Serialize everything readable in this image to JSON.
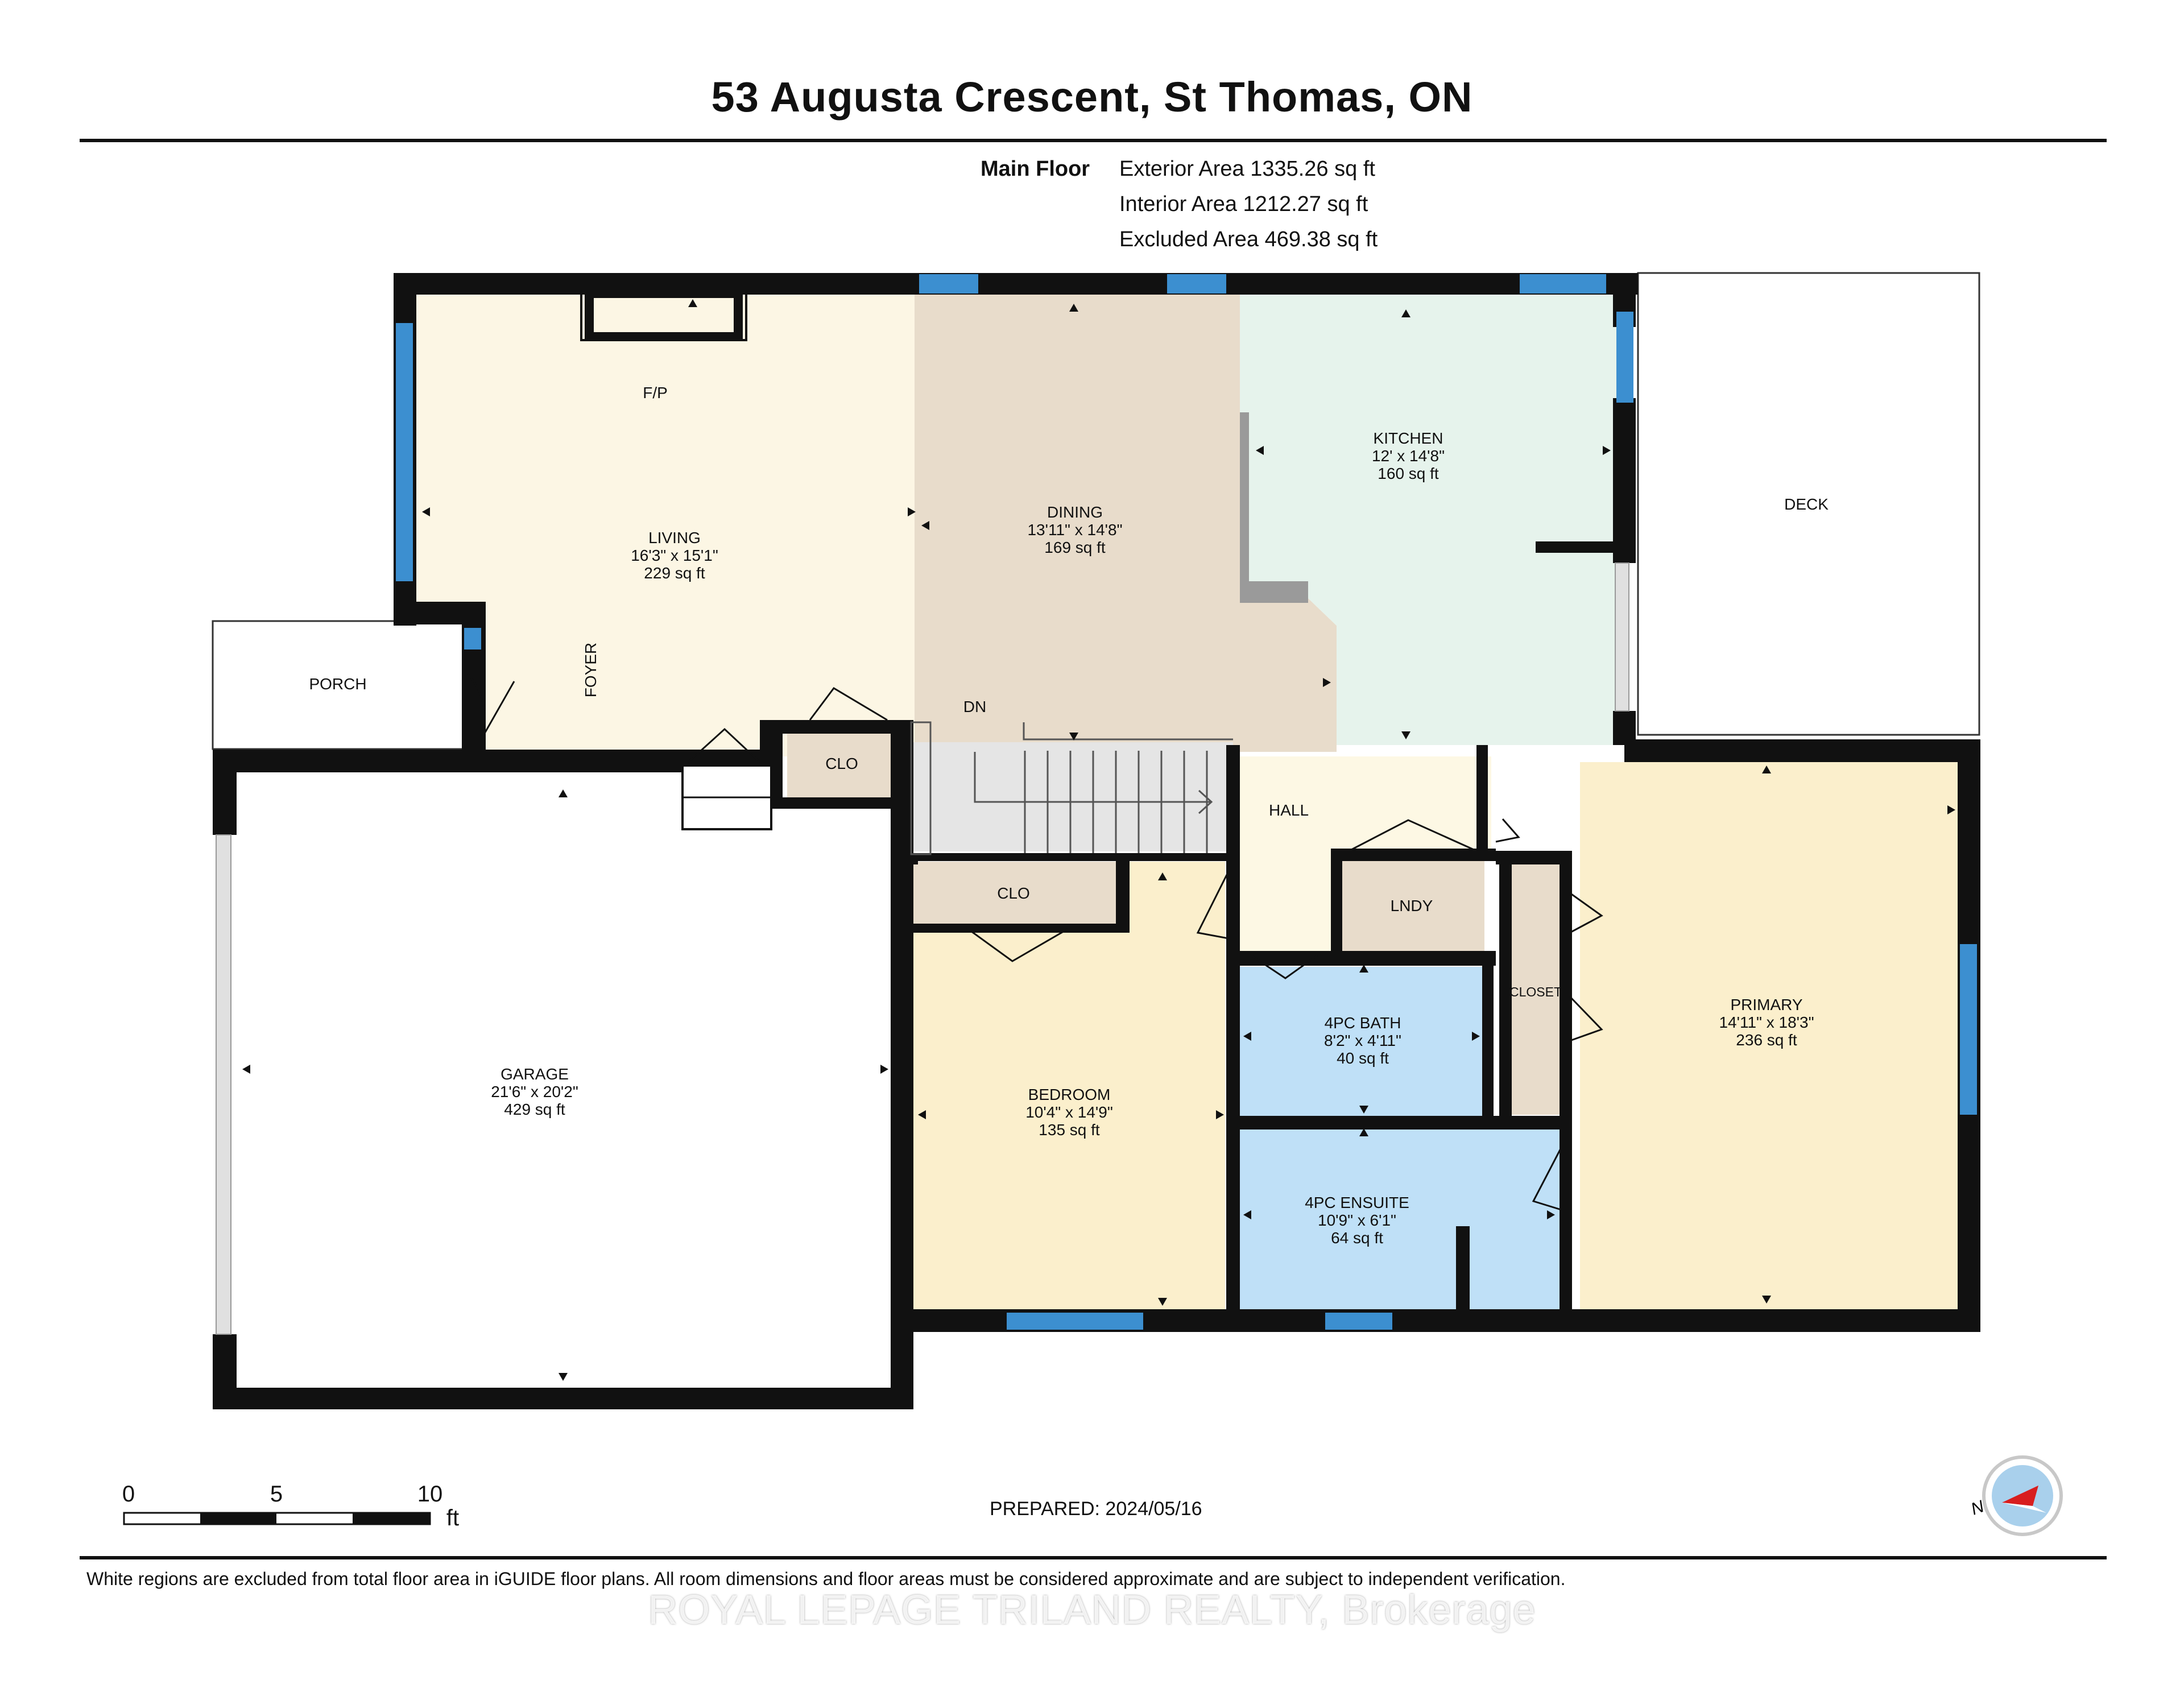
{
  "title": "53 Augusta Crescent, St Thomas, ON",
  "floor": {
    "name": "Main Floor",
    "exterior": "Exterior Area 1335.26 sq ft",
    "interior": "Interior Area 1212.27 sq ft",
    "excluded": "Excluded Area 469.38 sq ft"
  },
  "rooms": {
    "living": {
      "name": "LIVING",
      "dims": "16'3\" x 15'1\"",
      "area": "229 sq ft"
    },
    "dining": {
      "name": "DINING",
      "dims": "13'11\" x 14'8\"",
      "area": "169 sq ft"
    },
    "kitchen": {
      "name": "KITCHEN",
      "dims": "12' x 14'8\"",
      "area": "160 sq ft"
    },
    "garage": {
      "name": "GARAGE",
      "dims": "21'6\" x 20'2\"",
      "area": "429 sq ft"
    },
    "bedroom": {
      "name": "BEDROOM",
      "dims": "10'4\" x 14'9\"",
      "area": "135 sq ft"
    },
    "bath": {
      "name": "4PC BATH",
      "dims": "8'2\" x 4'11\"",
      "area": "40 sq ft"
    },
    "ensuite": {
      "name": "4PC ENSUITE",
      "dims": "10'9\" x 6'1\"",
      "area": "64 sq ft"
    },
    "primary": {
      "name": "PRIMARY",
      "dims": "14'11\" x 18'3\"",
      "area": "236 sq ft"
    }
  },
  "labels": {
    "fp": "F/P",
    "foyer": "FOYER",
    "porch": "PORCH",
    "deck": "DECK",
    "dn": "DN",
    "clo1": "CLO",
    "clo2": "CLO",
    "hall": "HALL",
    "lndy": "LNDY",
    "closet": "CLOSET"
  },
  "scale": {
    "ticks": [
      "0",
      "5",
      "10"
    ],
    "unit": "ft"
  },
  "compass": "N",
  "prepared": "PREPARED: 2024/05/16",
  "disclaimer": "White regions are excluded from total floor area in iGUIDE floor plans. All room dimensions and floor areas must be considered approximate and are subject to independent verification.",
  "watermark": "ROYAL LEPAGE TRILAND REALTY, Brokerage",
  "colors": {
    "wall": "#111111",
    "window": "#3c8fd0",
    "living": "#fcf6e4",
    "dining": "#e8dccb",
    "kitchen": "#e6f3ec",
    "bedroom": "#fbefcc",
    "bath": "#bfe0f7",
    "closet": "#e8dccb",
    "hall": "#fdf8e4",
    "stairs": "#e5e5e5"
  }
}
